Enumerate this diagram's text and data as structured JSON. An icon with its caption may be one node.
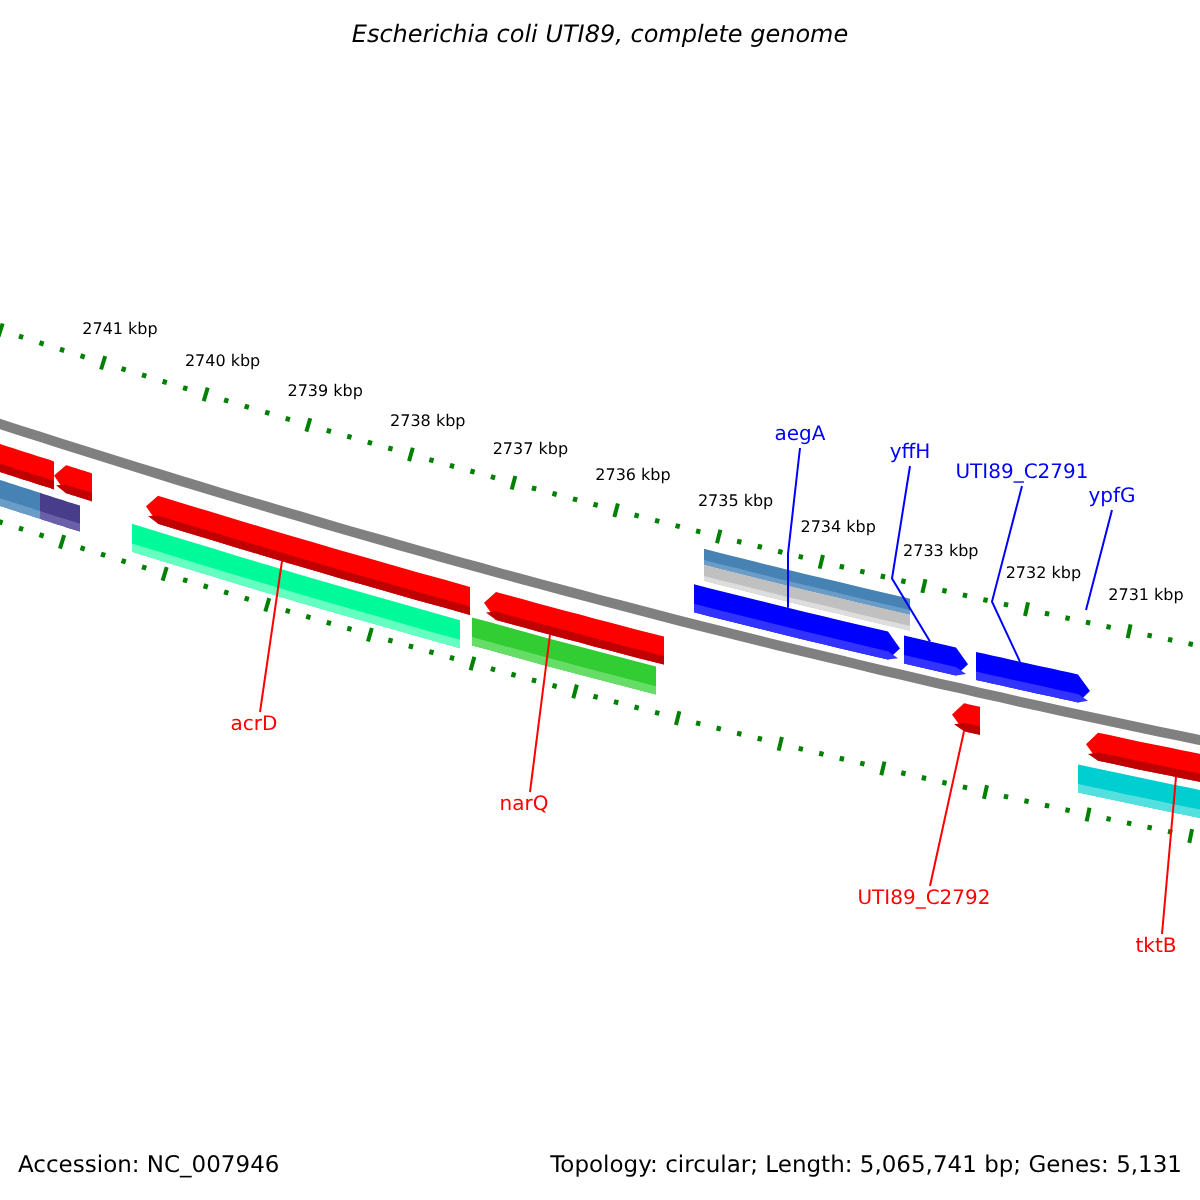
{
  "diagram": {
    "title": "Escherichia coli UTI89, complete genome",
    "nodes": [
      {
        "text": [
          "aegA"
        ]
      },
      {
        "text": [
          "yffH"
        ]
      },
      {
        "text": [
          "UTI89_C2791"
        ]
      },
      {
        "text": [
          "ypfG"
        ]
      },
      {
        "text": [
          "acrD"
        ]
      },
      {
        "text": [
          "narQ"
        ]
      },
      {
        "text": [
          "UTI89_C2792"
        ]
      },
      {
        "text": [
          "tktB"
        ]
      },
      {
        "text": [],
        "shape": "bar"
      },
      {
        "text": [],
        "shape": "bar"
      },
      {
        "text": [],
        "shape": "bar"
      },
      {
        "text": [],
        "shape": "bar"
      },
      {
        "text": [],
        "shape": "bar"
      },
      {
        "text": [],
        "shape": "bar"
      },
      {
        "text": [],
        "shape": "bar"
      }
    ],
    "edges": [
      {
        "from": 0,
        "to": 10,
        "arrow": "none",
        "color": "#0000ff"
      },
      {
        "from": 1,
        "to": 11,
        "arrow": "none",
        "color": "#0000ff"
      },
      {
        "from": 2,
        "to": 13,
        "arrow": "none",
        "color": "#0000ff"
      },
      {
        "from": 3,
        "to": null,
        "arrow": "none",
        "color": "#0000ff"
      },
      {
        "from": 4,
        "to": 8,
        "arrow": "none",
        "color": "#ff0000"
      },
      {
        "from": 5,
        "to": 9,
        "arrow": "none",
        "color": "#ff0000"
      },
      {
        "from": 6,
        "to": 12,
        "arrow": "none",
        "color": "#ff0000"
      },
      {
        "from": 7,
        "to": 14,
        "arrow": "none",
        "color": "#ff0000"
      }
    ],
    "labels": [
      "2741 kbp",
      "2740 kbp",
      "2739 kbp",
      "2738 kbp",
      "2737 kbp",
      "2736 kbp",
      "2735 kbp",
      "2734 kbp",
      "2733 kbp",
      "2732 kbp",
      "2731 kbp",
      "Accession: NC_007946",
      "Topology: circular; Length: 5,065,741 bp; Genes: 5,131"
    ]
  }
}
